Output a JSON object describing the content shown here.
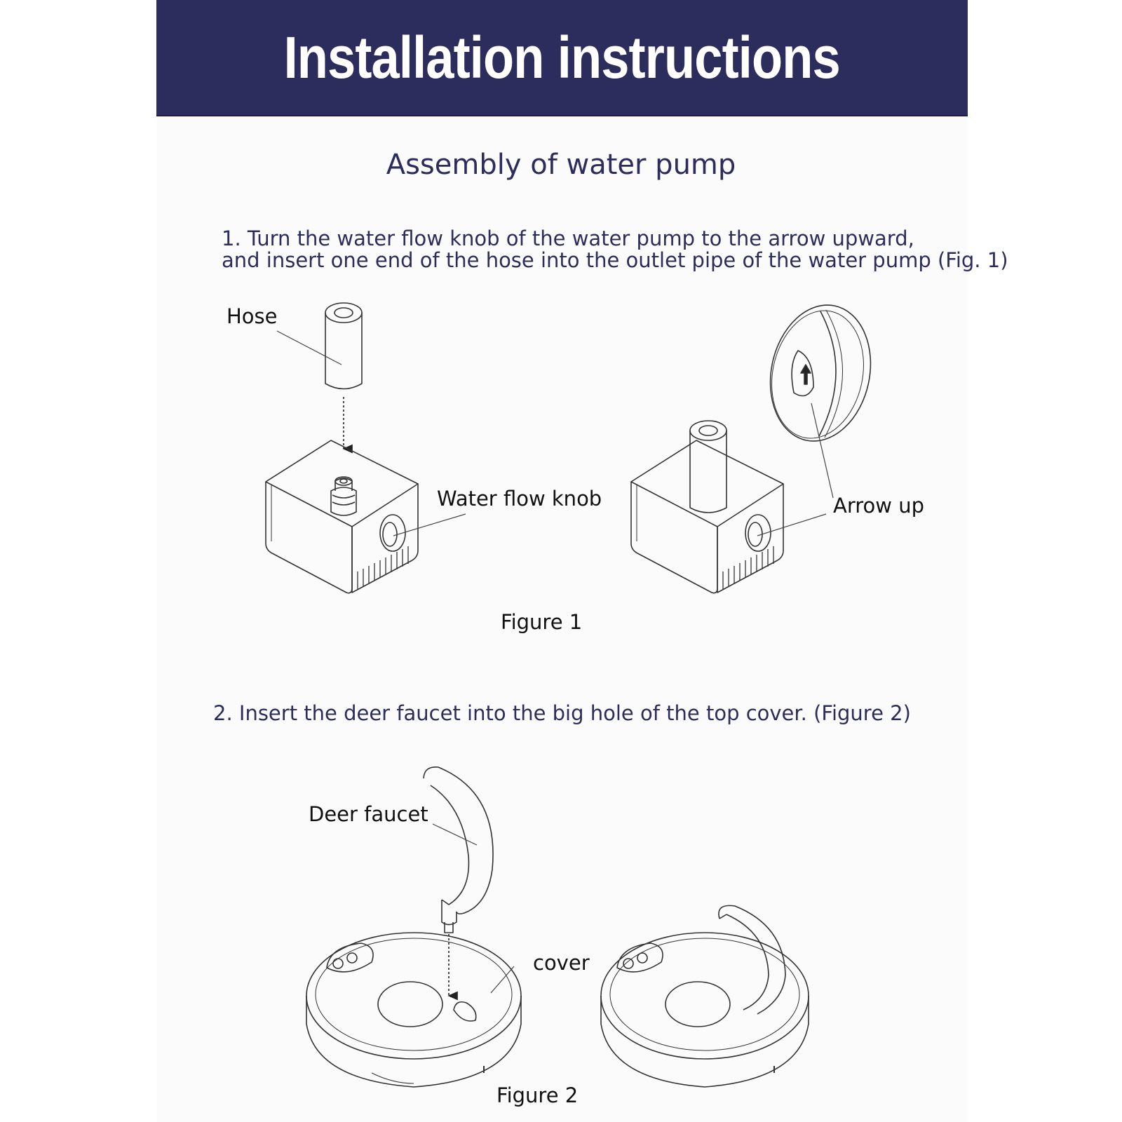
{
  "banner": {
    "title": "Installation instructions"
  },
  "section": {
    "title": "Assembly of water pump"
  },
  "step1": {
    "line1": "1. Turn the water flow knob of the water pump to the arrow upward,",
    "line2": "and insert one end of the hose into the outlet pipe of the water pump (Fig. 1)"
  },
  "figure1": {
    "hose_label": "Hose",
    "knob_label": "Water flow knob",
    "arrow_label": "Arrow up",
    "caption": "Figure 1"
  },
  "step2": {
    "text": "2. Insert the deer faucet into the big hole of the top cover. (Figure 2)"
  },
  "figure2": {
    "faucet_label": "Deer faucet",
    "cover_label": "cover",
    "caption": "Figure 2"
  },
  "colors": {
    "banner_bg": "#2c2d5c",
    "heading_text": "#2c2d5c",
    "page_bg": "#fbfbfb"
  }
}
